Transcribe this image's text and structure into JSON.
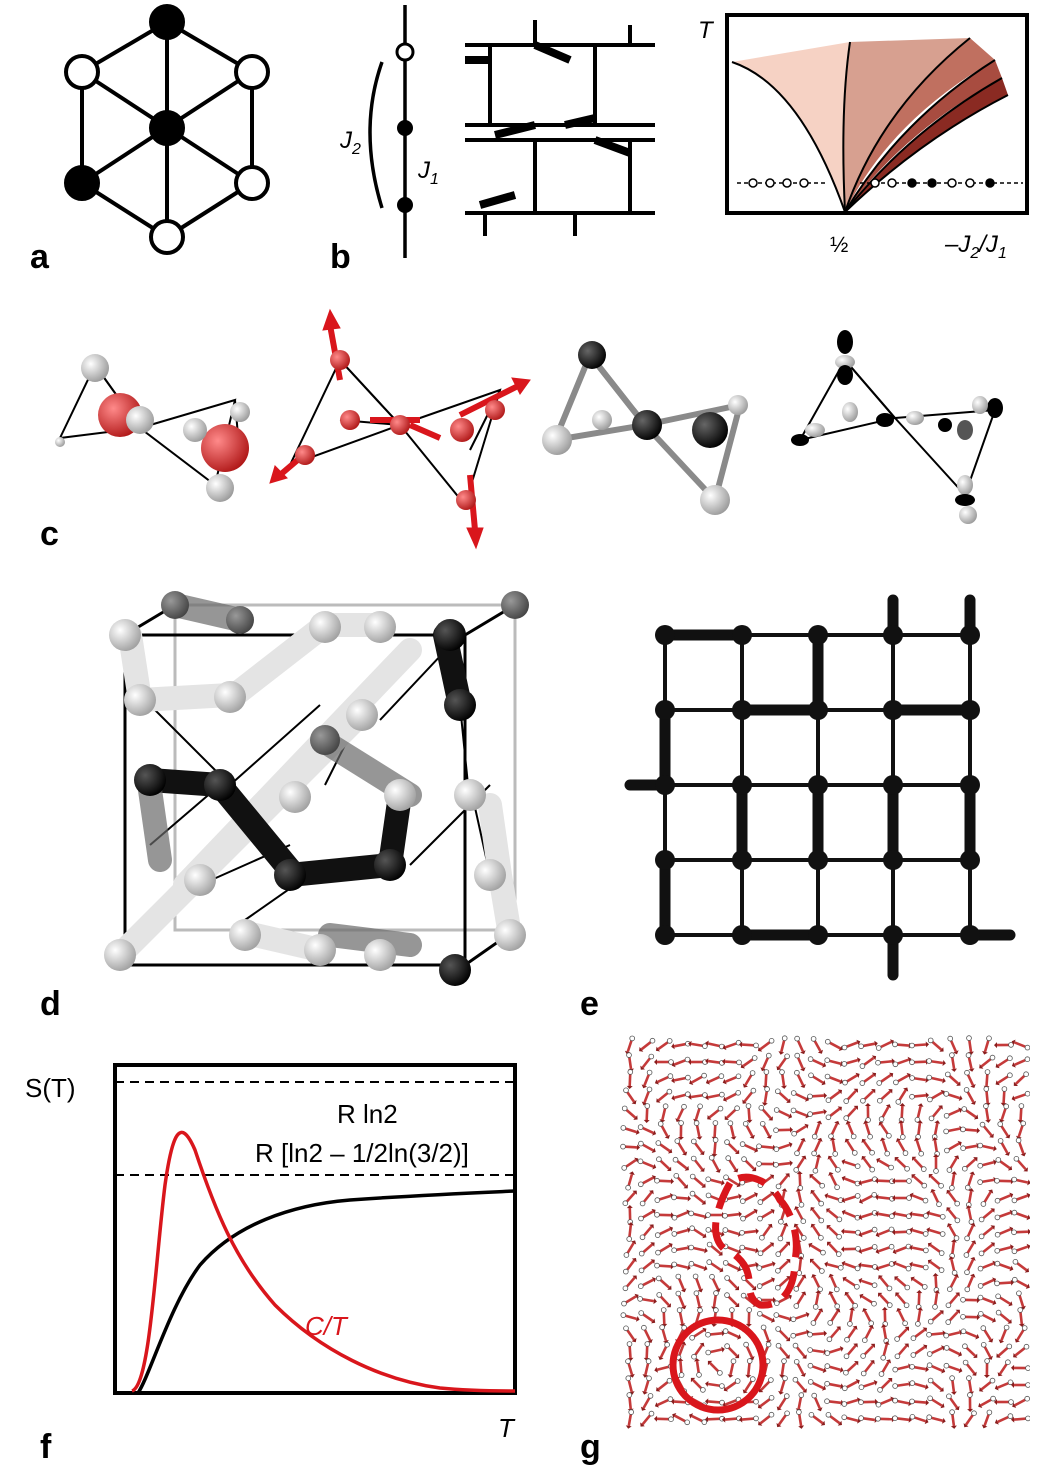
{
  "panel_labels": {
    "a": "a",
    "b": "b",
    "c": "c",
    "d": "d",
    "e": "e",
    "f": "f",
    "g": "g"
  },
  "panel_b": {
    "j2_label": "J",
    "j2_sub": "2",
    "j1_label": "J",
    "j1_sub": "1"
  },
  "phase_diagram": {
    "y_label": "T",
    "x_tick": "½",
    "x_label_parts": {
      "minus": "–J",
      "sub1": "2",
      "slash": "/J",
      "sub2": "1"
    },
    "left_chain_label": "-o-o-o-o-",
    "right_chain_label": "-o-o-●-●-o-o-●-",
    "x_tick_value": 0.5
  },
  "panel_f": {
    "y_label": "S(T)",
    "x_label": "T",
    "upper_level_label": "R ln2",
    "lower_level_label": "R [ln2 – 1/2ln(3/2)]",
    "ct_label": "C/T",
    "colors": {
      "entropy": "#000000",
      "heat_capacity": "#d9161c"
    }
  },
  "colors": {
    "accent_red": "#d9161c",
    "pink_light": "#f6d2c4",
    "brown_mid": "#c07060",
    "brown_dark": "#8a2a22"
  }
}
